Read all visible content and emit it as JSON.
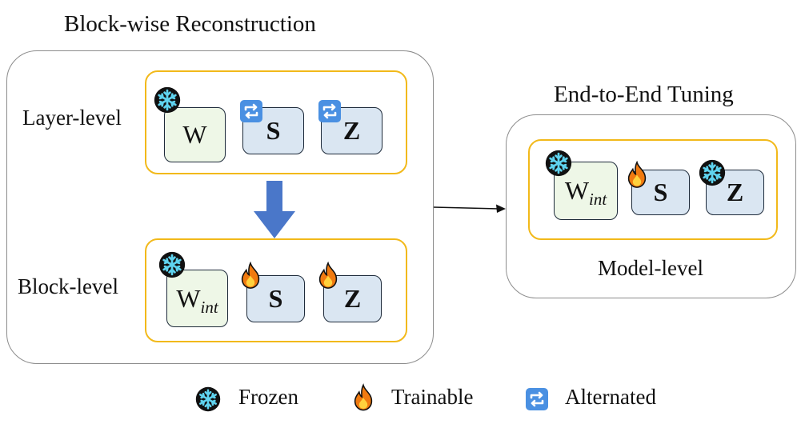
{
  "titles": {
    "block_wise": "Block-wise Reconstruction",
    "end_to_end": "End-to-End Tuning"
  },
  "levels": {
    "layer": "Layer-level",
    "block": "Block-level",
    "model": "Model-level"
  },
  "matrices": {
    "w": "W",
    "w_int_base": "W",
    "w_int_sub": "int",
    "s": "S",
    "z": "Z"
  },
  "legend": {
    "frozen": "Frozen",
    "trainable": "Trainable",
    "alternated": "Alternated"
  },
  "icons": {
    "frozen": "snowflake-icon",
    "trainable": "flame-icon",
    "alternated": "swap-arrows-icon"
  },
  "colors": {
    "inner_border": "#f2b91a",
    "weight_fill": "#eef7e7",
    "param_fill": "#dae6f2",
    "down_arrow": "#4a77c9",
    "snowflake": "#37b6d8",
    "flame": "#f07a10",
    "alternated": "#4a90e2"
  }
}
